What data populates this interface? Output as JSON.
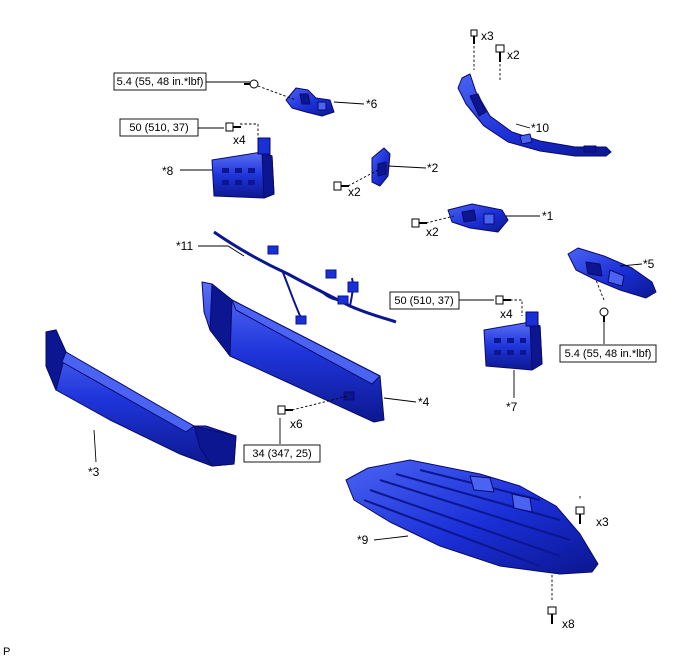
{
  "diagram": {
    "part_labels": {
      "p1": "*1",
      "p2": "*2",
      "p3": "*3",
      "p4": "*4",
      "p5": "*5",
      "p6": "*6",
      "p7": "*7",
      "p8": "*8",
      "p9": "*9",
      "p10": "*10",
      "p11": "*11"
    },
    "torque_labels": {
      "t_p6": "5.4 (55, 48 in.*lbf)",
      "t_p8": "50 (510, 37)",
      "t_p7": "50 (510, 37)",
      "t_p5": "5.4 (55, 48 in.*lbf)",
      "t_p4": "34 (347, 25)"
    },
    "quantity_labels": {
      "q_top_x3": "x3",
      "q_top_x2": "x2",
      "q_p8_x4": "x4",
      "q_p2_x2": "x2",
      "q_p1_x2": "x2",
      "q_p7_x4": "x4",
      "q_p4_x6": "x6",
      "q_p9_x3": "x3",
      "q_p9_x8": "x8"
    },
    "corner_code": "P",
    "colors": {
      "part_fill": "#1a2fd6",
      "part_dark": "#0b1690",
      "part_light": "#4a63f2"
    }
  }
}
